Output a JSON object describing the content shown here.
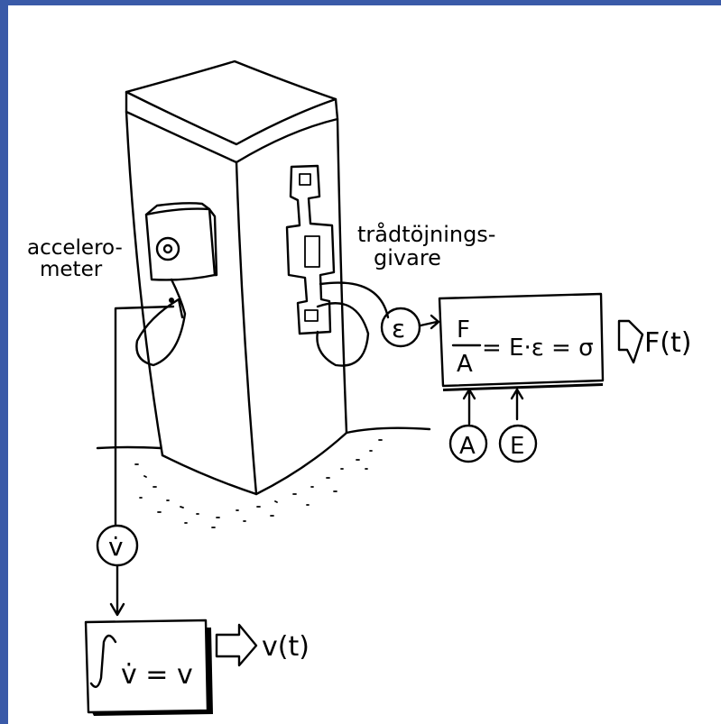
{
  "colors": {
    "frame": "#3a5aa8",
    "frame_edge": "#2c4a94",
    "ink": "#000000",
    "paper": "#ffffff"
  },
  "labels": {
    "accelerometer_line1": "accelero-",
    "accelerometer_line2": "meter",
    "strain_gauge_line1": "trådtöjnings-",
    "strain_gauge_line2": "givare",
    "epsilon_circle": "ε",
    "force_formula_F": "F",
    "force_formula_A": "A",
    "force_formula_rest": "= E·ε = σ",
    "force_output": "F(t)",
    "input_A": "A",
    "input_E": "E",
    "vdot_circle": "v̇",
    "integral_formula": "v̇ =  v",
    "velocity_output": "v(t)"
  }
}
